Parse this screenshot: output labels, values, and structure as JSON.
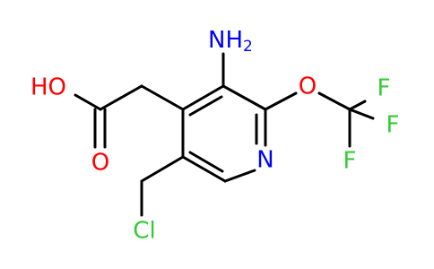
{
  "molecule": {
    "atoms": {
      "amino": {
        "text": "NH",
        "subscript": "2",
        "color": "#0000ff"
      },
      "hydroxyl": {
        "text": "HO",
        "color": "#ff0000"
      },
      "carbonyl_oxygen": {
        "text": "O",
        "color": "#ff0000"
      },
      "ether_oxygen": {
        "text": "O",
        "color": "#ff0000"
      },
      "ring_nitrogen": {
        "text": "N",
        "color": "#0000ff"
      },
      "fluorine_top": {
        "text": "F",
        "color": "#33cc33"
      },
      "fluorine_right": {
        "text": "F",
        "color": "#33cc33"
      },
      "fluorine_bottom": {
        "text": "F",
        "color": "#33cc33"
      },
      "chlorine": {
        "text": "Cl",
        "color": "#33cc33"
      }
    },
    "bond_color": "#000000"
  }
}
